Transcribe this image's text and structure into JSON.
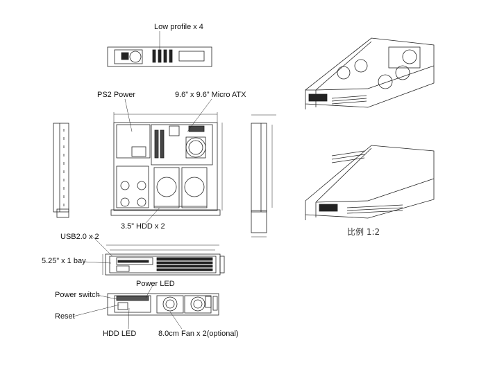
{
  "labels": {
    "low_profile": "Low profile x 4",
    "ps2_power": "PS2 Power",
    "micro_atx": "9.6” x 9.6” Micro ATX",
    "hdd": "3.5” HDD x 2",
    "usb": "USB2.0 x 2",
    "bay": "5.25” x 1 bay",
    "power_led": "Power LED",
    "power_switch": "Power switch",
    "reset": "Reset",
    "hdd_led": "HDD LED",
    "fan": "8.0cm Fan x 2(optional)"
  },
  "scale_label": "比例 1:2",
  "colors": {
    "line": "#222222",
    "fill": "#111111",
    "light": "#888888"
  }
}
